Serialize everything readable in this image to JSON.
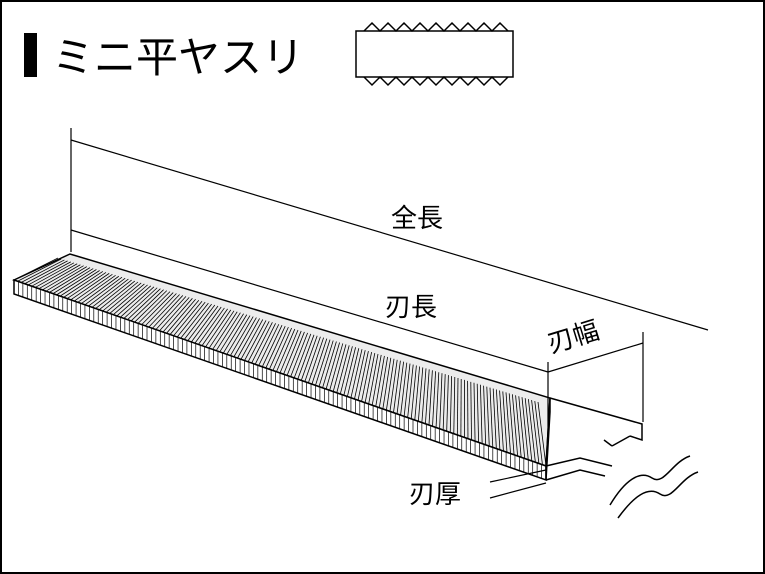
{
  "title": "ミニ平ヤスリ",
  "labels": {
    "overall_length": "全長",
    "blade_length": "刃長",
    "blade_width": "刃幅",
    "blade_thickness": "刃厚"
  },
  "colors": {
    "ink": "#000000",
    "paper": "#ffffff"
  }
}
